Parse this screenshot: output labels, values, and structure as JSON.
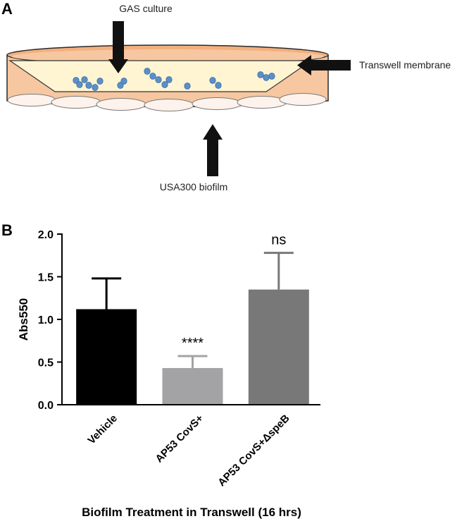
{
  "panel_a": {
    "letter": "A",
    "label_culture": "GAS culture",
    "label_membrane": "Transwell membrane",
    "label_biofilm": "USA300 biofilm",
    "colors": {
      "dish": "#f6c7a0",
      "dish_rim": "#f2b07e",
      "insert": "#fff5d3",
      "cell": "#5b8fc8",
      "biofilm_cell": "#fdf3ec"
    }
  },
  "panel_b": {
    "letter": "B",
    "xlabel": "Biofilm Treatment in Transwell (16 hrs)"
  },
  "chart_data": {
    "type": "bar",
    "categories": [
      "Vehicle",
      "AP53 CovS+",
      "AP53 CovS+ΔspeB"
    ],
    "values": [
      1.12,
      0.43,
      1.35
    ],
    "errors": [
      0.36,
      0.14,
      0.43
    ],
    "annotations": [
      "",
      "****",
      "ns"
    ],
    "bar_colors": [
      "#000000",
      "#a3a3a6",
      "#787878"
    ],
    "xlabel": "Biofilm Treatment in Transwell (16 hrs)",
    "ylabel": "Abs550",
    "ylim": [
      0,
      2.0
    ],
    "yticks": [
      "0.0",
      "0.5",
      "1.0",
      "1.5",
      "2.0"
    ],
    "ytick_values": [
      0,
      0.5,
      1.0,
      1.5,
      2.0
    ],
    "grid": false
  }
}
